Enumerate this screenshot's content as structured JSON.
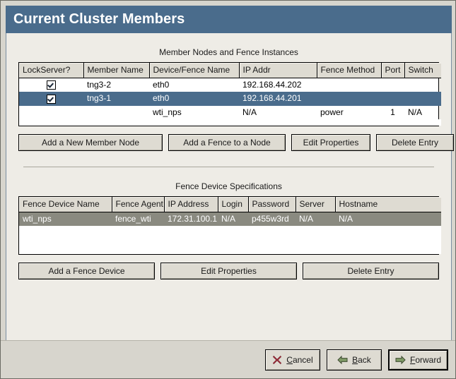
{
  "window": {
    "title": "Current Cluster Members"
  },
  "colors": {
    "titlebar_bg": "#4a6c8c",
    "panel_bg": "#eeece6",
    "selection_active": "#4a6c8c",
    "selection_inactive": "#8a8a80",
    "button_face": "#dedbd2",
    "cancel_icon": "#a02c3a",
    "nav_icon": "#7f9a66"
  },
  "member_section": {
    "caption": "Member Nodes and Fence Instances",
    "columns": [
      "LockServer?",
      "Member Name",
      "Device/Fence Name",
      "IP Addr",
      "Fence Method",
      "Port",
      "Switch"
    ],
    "rows": [
      {
        "lockserver": "checked",
        "member_name": "tng3-2",
        "device_fence_name": "eth0",
        "ip_addr": "192.168.44.202",
        "fence_method": "",
        "port": "",
        "switch": "",
        "state": "normal"
      },
      {
        "lockserver": "checked",
        "member_name": "tng3-1",
        "device_fence_name": "eth0",
        "ip_addr": "192.168.44.201",
        "fence_method": "",
        "port": "",
        "switch": "",
        "state": "selected-active"
      },
      {
        "lockserver": "",
        "member_name": "",
        "device_fence_name": "wti_nps",
        "ip_addr": "N/A",
        "fence_method": "power",
        "port": "1",
        "switch": "N/A",
        "state": "normal"
      }
    ],
    "buttons": [
      "Add a New Member Node",
      "Add a Fence to a Node",
      "Edit Properties",
      "Delete Entry"
    ]
  },
  "fence_section": {
    "caption": "Fence Device Specifications",
    "columns": [
      "Fence Device Name",
      "Fence Agent",
      "IP Address",
      "Login",
      "Password",
      "Server",
      "Hostname"
    ],
    "rows": [
      {
        "fence_device_name": "wti_nps",
        "fence_agent": "fence_wti",
        "ip_address": "172.31.100.1",
        "login": "N/A",
        "password": "p455w3rd",
        "server": "N/A",
        "hostname": "N/A",
        "state": "selected-inactive"
      }
    ],
    "buttons": [
      "Add a Fence Device",
      "Edit Properties",
      "Delete Entry"
    ]
  },
  "footer": {
    "buttons": [
      {
        "mnemonic": "C",
        "rest": "ancel",
        "icon": "cancel-x-icon",
        "focused": false
      },
      {
        "mnemonic": "B",
        "rest": "ack",
        "icon": "arrow-left-icon",
        "focused": false
      },
      {
        "mnemonic": "F",
        "rest": "orward",
        "icon": "arrow-right-icon",
        "focused": true
      }
    ]
  }
}
